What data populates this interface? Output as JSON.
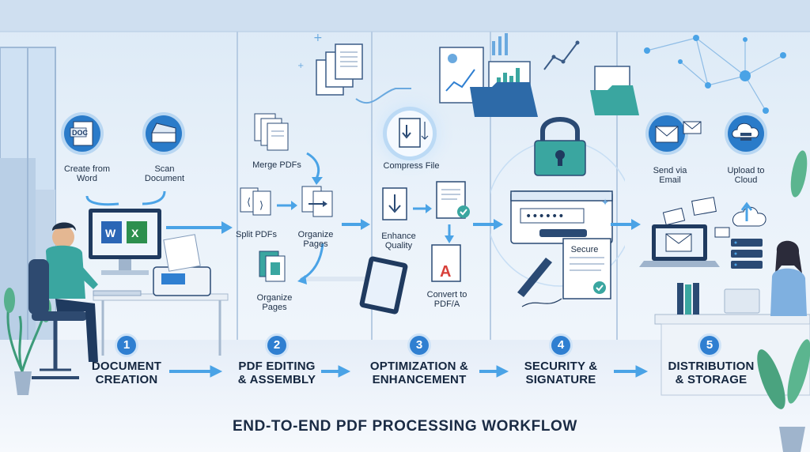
{
  "title": "END-TO-END PDF PROCESSING WORKFLOW",
  "colors": {
    "accent": "#2f7fd1",
    "arrow": "#4aa3e6",
    "lock": "#3aa6a0",
    "ink": "#14263f"
  },
  "steps": [
    {
      "num": "1",
      "line1": "DOCUMENT",
      "line2": "CREATION"
    },
    {
      "num": "2",
      "line1": "PDF EDITING",
      "line2": "& ASSEMBLY"
    },
    {
      "num": "3",
      "line1": "OPTIMIZATION &",
      "line2": "ENHANCEMENT"
    },
    {
      "num": "4",
      "line1": "SECURITY &",
      "line2": "SIGNATURE"
    },
    {
      "num": "5",
      "line1": "DISTRIBUTION",
      "line2": "& STORAGE"
    }
  ],
  "labels": {
    "create_from_word": [
      "Create from",
      "Word"
    ],
    "scan_document": [
      "Scan",
      "Document"
    ],
    "merge_pdfs": "Merge PDFs",
    "split_pdfs": "Split PDFs",
    "organize_pages_a": [
      "Organize",
      "Pages"
    ],
    "organize_pages_b": [
      "Organize",
      "Pages"
    ],
    "compress_file": "Compress File",
    "enhance_quality": [
      "Enhance",
      "Quality"
    ],
    "convert_pdfa": [
      "Convert to",
      "PDF/A"
    ],
    "secure": "Secure",
    "send_via_email": [
      "Send via",
      "Email"
    ],
    "upload_to_cloud": [
      "Upload to",
      "Cloud"
    ],
    "doc_badge": "DOC",
    "password_mask": "••••••"
  }
}
